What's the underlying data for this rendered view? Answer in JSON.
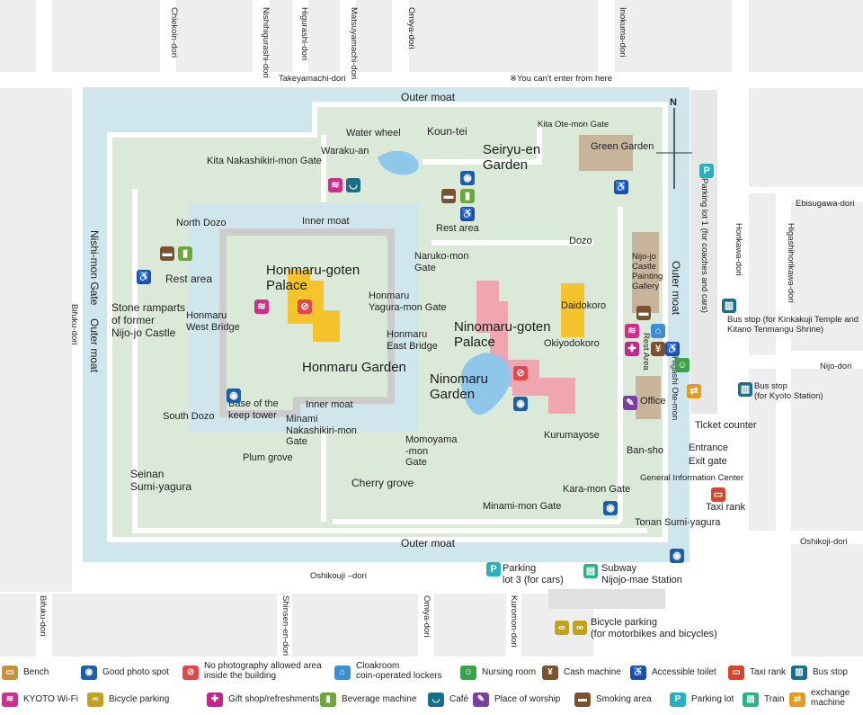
{
  "streets": {
    "chiekoin": "Chiekoin-dori",
    "nishihigurashi": "Nishihigurashi-dori",
    "higurashi": "Higurashi-dori",
    "matsuyamachi": "Matsuyamachi-dori",
    "omiya_top": "Omiya-dori",
    "inokuma": "Inokuma-dori",
    "takeyamachi": "Takeyamachi-dori",
    "cant_enter": "※You can't enter from here",
    "horikawa": "Horikawa-dori",
    "higashihorikawa": "Higashihorikawa-dori",
    "ebisugawa": "Ebisugawa-dori",
    "nijo": "Nijo-dori",
    "oshikoji_right": "Oshikoji-dori",
    "oshikoji_bottom": "Oshikouji –dori",
    "bifuku_left": "Bifuku-dori",
    "bifuku_bottom": "Bifuku-dori",
    "shinsen": "Shinsen-en-dori",
    "omiya_bottom": "Omiya-dori",
    "kuromon": "Kuromon-dori"
  },
  "moats": {
    "outer_top": "Outer moat",
    "outer_bottom": "Outer moat",
    "outer_left": "Outer moat",
    "outer_right": "Outer moat",
    "inner_top": "Inner moat",
    "inner_bottom": "Inner moat"
  },
  "places": {
    "water_wheel": "Water wheel",
    "koun_tei": "Koun-tei",
    "waraku_an": "Waraku-an",
    "kita_otemon": "Kita Ote-mon Gate",
    "seiryu_en": "Seiryu-en\nGarden",
    "green_garden": "Green Garden",
    "kita_nakashikiri": "Kita Nakashikiri-mon Gate",
    "north_dozo": "North Dozo",
    "rest_area_top": "Rest area",
    "rest_area_left": "Rest area",
    "nishi_mon": "Nishi-mon Gate",
    "honmaru_palace": "Honmaru-goten\nPalace",
    "naruko_mon": "Naruko-mon\nGate",
    "dozo": "Dozo",
    "painting_gallery": "Nijo-jo\nCastle\nPainting\nGallery",
    "stone_ramparts": "Stone ramparts\nof former\nNijo-jo Castle",
    "honmaru_west_bridge": "Honmaru\nWest Bridge",
    "honmaru_yagura": "Honmaru\nYagura-mon Gate",
    "honmaru_east_bridge": "Honmaru\nEast Bridge",
    "ninomaru_palace": "Ninomaru-goten\nPalace",
    "daidokoro": "Daidokoro",
    "okiyodokoro": "Okiyodokoro",
    "rest_area_right": "Rest Area",
    "honmaru_garden": "Honmaru Garden",
    "ninomaru_garden": "Ninomaru\nGarden",
    "higashi_otemon": "Higashi Ote-mon",
    "office": "Office",
    "keep_tower": "Base of the\nkeep tower",
    "south_dozo": "South Dozo",
    "minami_nakashikiri": "Minami\nNakashikiri-mon\nGate",
    "momoyama_mon": "Momoyama\n-mon\nGate",
    "kurumayose": "Kurumayose",
    "ban_sho": "Ban-sho",
    "plum_grove": "Plum grove",
    "seinan_sumi": "Seinan\nSumi-yagura",
    "cherry_grove": "Cherry grove",
    "kara_mon": "Kara-mon Gate",
    "minami_mon": "Minami-mon Gate",
    "tonan_sumi": "Tonan Sumi-yagura",
    "ticket_counter": "Ticket counter",
    "entrance": "Entrance",
    "exit_gate": "Exit gate",
    "general_info": "General Information Center",
    "taxi_rank": "Taxi rank",
    "parking_lot1": "Parking lot 1 (for coaches and cars)",
    "bus_stop_kinkakuji": "Bus stop (for Kinkakuji Temple and\nKitano Tenmangu Shrine)",
    "bus_stop_kyoto": "Bus stop\n(for Kyoto Station)",
    "parking_lot3": "Parking\nlot 3 (for cars)",
    "subway": "Subway\nNijojo-mae Station",
    "bicycle_parking": "Bicycle parking\n(for motorbikes and bicycles)",
    "north_arrow": "N"
  },
  "legend": [
    {
      "icon": "bench-icon",
      "color": "#c8913c",
      "label": "Bench"
    },
    {
      "icon": "camera-icon",
      "color": "#1b5fa8",
      "label": "Good photo spot"
    },
    {
      "icon": "no-photo-icon",
      "color": "#e0484d",
      "label": "No photography allowed area\ninside the building"
    },
    {
      "icon": "locker-icon",
      "color": "#3a8fd0",
      "label": "Cloakroom\ncoin-operated lockers"
    },
    {
      "icon": "nursing-icon",
      "color": "#3aa34a",
      "label": "Nursing room"
    },
    {
      "icon": "cash-icon",
      "color": "#7a5230",
      "label": "Cash machine"
    },
    {
      "icon": "accessible-toilet-icon",
      "color": "#1b4fa0",
      "label": "Accessible toilet"
    },
    {
      "icon": "taxi-icon",
      "color": "#d6452b",
      "label": "Taxi rank"
    },
    {
      "icon": "bus-icon",
      "color": "#1a6e8c",
      "label": "Bus stop"
    },
    {
      "icon": "wifi-icon",
      "color": "#d12d8a",
      "label": "KYOTO Wi-Fi"
    },
    {
      "icon": "bicycle-icon",
      "color": "#c4a11a",
      "label": "Bicycle parking"
    },
    {
      "icon": "gift-icon",
      "color": "#c2268a",
      "label": "Gift shop/refreshments"
    },
    {
      "icon": "beverage-icon",
      "color": "#6aa83a",
      "label": "Beverage machine"
    },
    {
      "icon": "cafe-icon",
      "color": "#1a6e8c",
      "label": "Café"
    },
    {
      "icon": "worship-icon",
      "color": "#7b3fa0",
      "label": "Place of worship"
    },
    {
      "icon": "smoking-icon",
      "color": "#7a5230",
      "label": "Smoking area"
    },
    {
      "icon": "parking-icon",
      "color": "#27b0c0",
      "label": "Parking lot"
    },
    {
      "icon": "train-icon",
      "color": "#2bb087",
      "label": "Train"
    },
    {
      "icon": "exchange-icon",
      "color": "#e69a1d",
      "label": "exchange\nmachine"
    }
  ],
  "colors": {
    "moat": "#cfe7ec",
    "grounds": "#dbead8",
    "wall": "#d4d4d4",
    "building_yellow": "#f5c32b",
    "building_pink": "#f0a6b0",
    "pond": "#8fc7ea"
  }
}
